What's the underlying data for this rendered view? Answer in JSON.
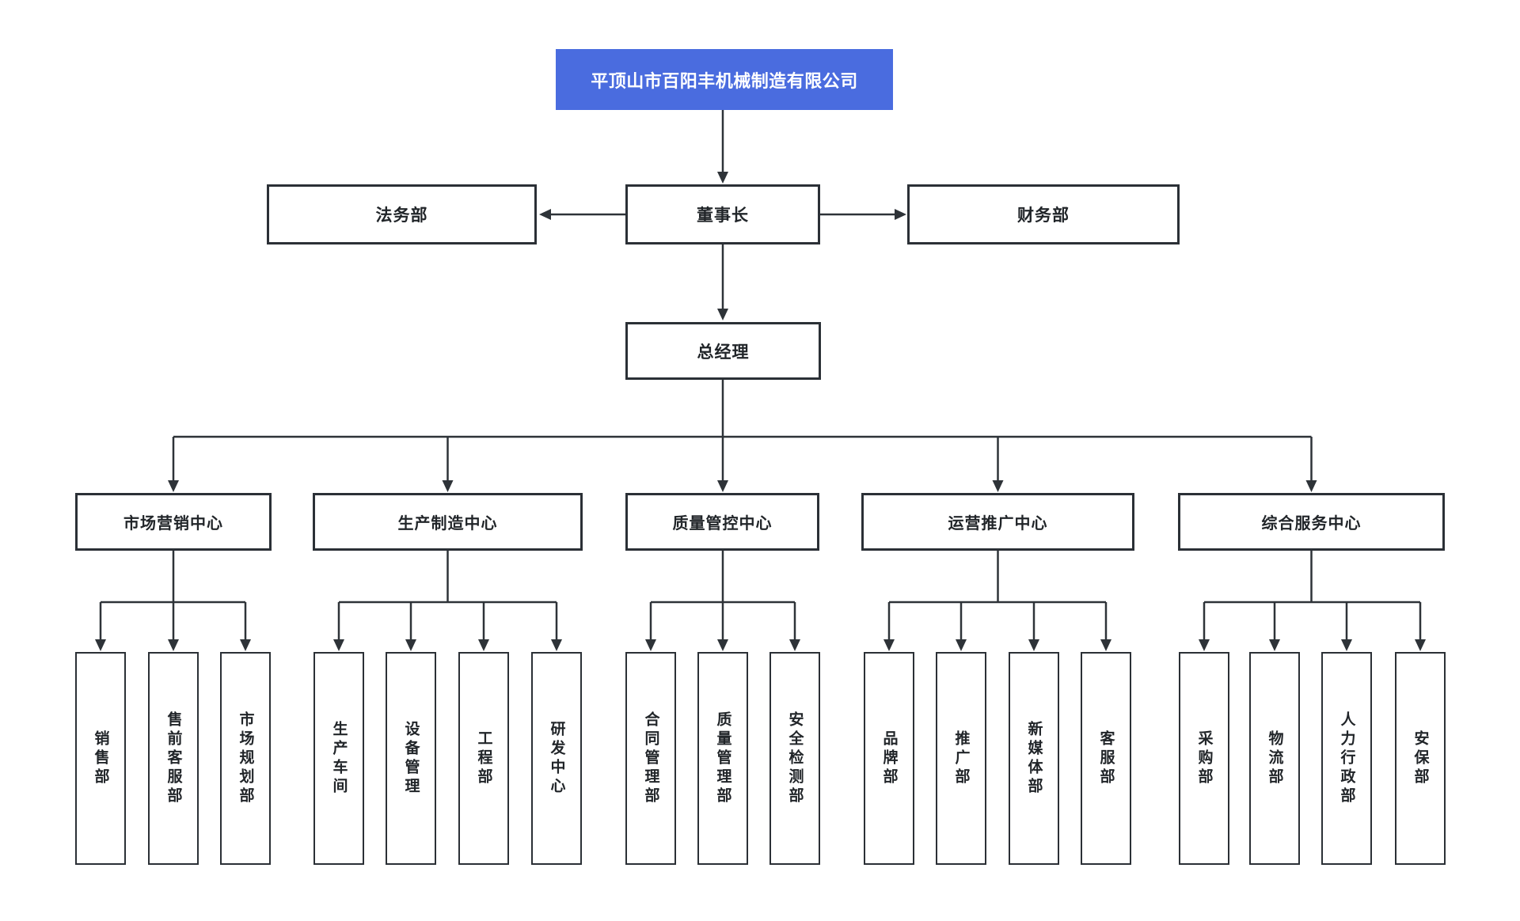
{
  "org": {
    "root": "平顶山市百阳丰机械制造有限公司",
    "advisors": {
      "legal": "法务部",
      "chairman": "董事长",
      "finance": "财务部"
    },
    "general_manager": "总经理",
    "centers": [
      {
        "label": "市场营销中心",
        "departments": [
          "销售部",
          "售前客服部",
          "市场规划部"
        ]
      },
      {
        "label": "生产制造中心",
        "departments": [
          "生产车间",
          "设备管理",
          "工程部",
          "研发中心"
        ]
      },
      {
        "label": "质量管控中心",
        "departments": [
          "合同管理部",
          "质量管理部",
          "安全检测部"
        ]
      },
      {
        "label": "运营推广中心",
        "departments": [
          "品牌部",
          "推广部",
          "新媒体部",
          "客服部"
        ]
      },
      {
        "label": "综合服务中心",
        "departments": [
          "采购部",
          "物流部",
          "人力行政部",
          "安保部"
        ]
      }
    ],
    "colors": {
      "root_bg": "#4a6cdf",
      "root_text": "#ffffff",
      "connector_line": "#2e3338",
      "node_border": "#2b3036",
      "node_text": "#212529",
      "background": "#ffffff"
    }
  }
}
